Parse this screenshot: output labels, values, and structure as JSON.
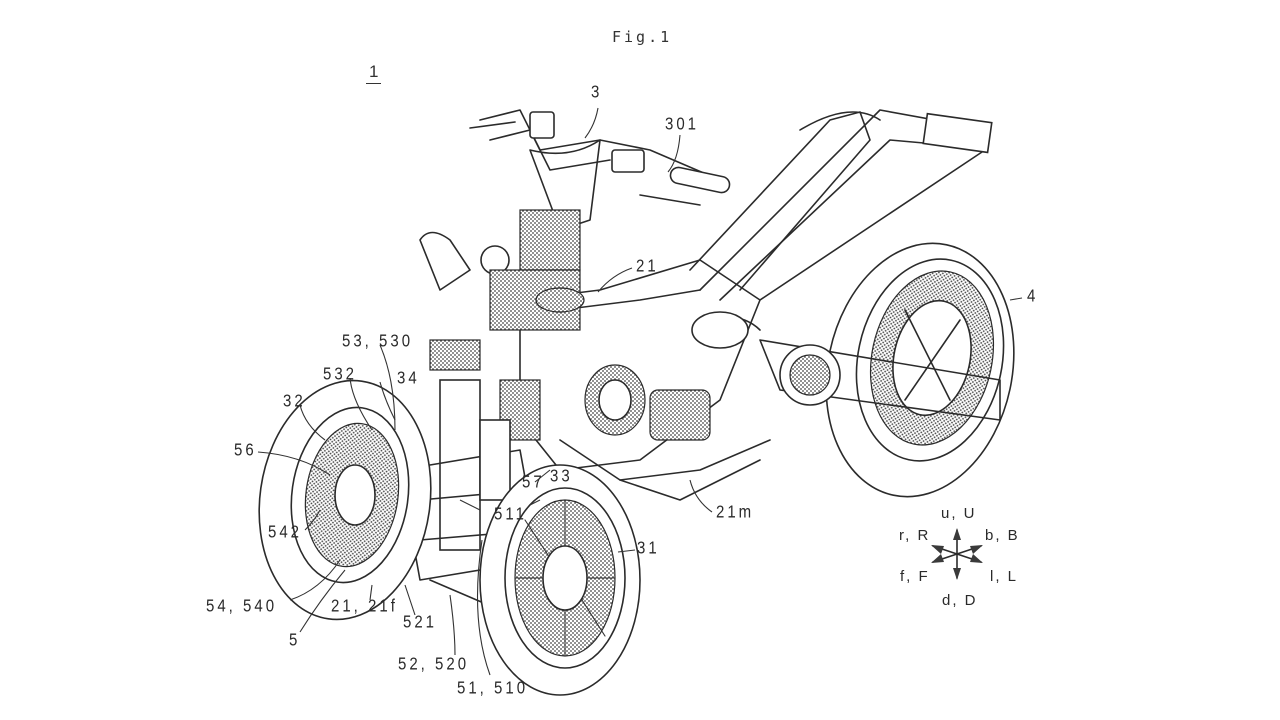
{
  "figure": {
    "title": "Fig.1",
    "main_reference": "1",
    "subject_icon": "three-wheeled-vehicle-line-drawing"
  },
  "reference_labels": {
    "handlebar": "3",
    "grip": "301",
    "frame": "21",
    "rear_wheel": "4",
    "link_upper": "53, 530",
    "link_532": "532",
    "fork_34": "34",
    "left_front_wheel": "32",
    "damper_56": "56",
    "part_542": "542",
    "part_57": "57",
    "part_33": "33",
    "part_511": "511",
    "frame_mount": "21m",
    "right_front_wheel": "31",
    "link_lower": "54, 540",
    "frame_front": "21, 21f",
    "part_521": "521",
    "linkage": "5",
    "link_52": "52, 520",
    "link_51": "51, 510"
  },
  "direction_indicator": {
    "icon": "six-way-direction-arrows-icon",
    "up": "u, U",
    "down": "d, D",
    "right": "r, R",
    "back": "b, B",
    "front": "f, F",
    "left": "l, L"
  }
}
